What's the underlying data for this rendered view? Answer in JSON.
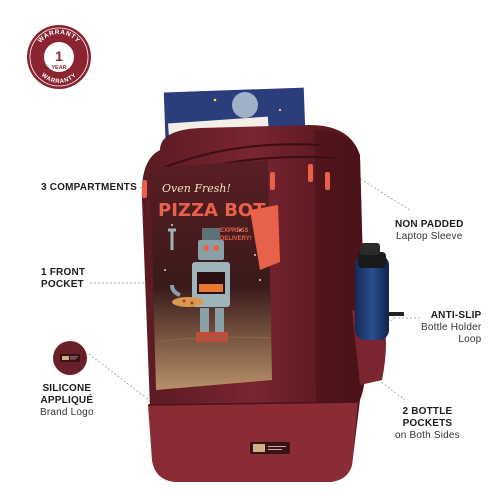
{
  "badge": {
    "top_text": "WARRANTY",
    "number": "1",
    "unit": "YEAR",
    "bottom_text": "WARRANTY",
    "color": "#8a2430"
  },
  "callouts": {
    "compartments": {
      "title": "3 COMPARTMENTS"
    },
    "front_pocket": {
      "title_line1": "1 FRONT",
      "title_line2": "POCKET"
    },
    "silicone": {
      "title_line1": "SILICONE",
      "title_line2": "APPLIQUÉ",
      "sub": "Brand Logo"
    },
    "non_padded": {
      "title": "NON PADDED",
      "sub": "Laptop Sleeve"
    },
    "anti_slip": {
      "title": "ANTI-SLIP",
      "sub_line1": "Bottle Holder",
      "sub_line2": "Loop"
    },
    "bottle_pockets": {
      "title_line1": "2 BOTTLE",
      "title_line2": "POCKETS",
      "sub": "on Both Sides"
    }
  },
  "print": {
    "line1": "Oven Fresh!",
    "line2": "PIZZA BOT",
    "line3": "EXPRESS",
    "line4": "DELIVERY!"
  },
  "colors": {
    "bag": "#6b1f28",
    "bag_dark": "#4a1218",
    "bag_light": "#8a2c35",
    "zipper": "#e8624a",
    "bottle": "#1e3a6e",
    "panel_bg": "#3a1a1a",
    "panel_top": "#5a1e24"
  }
}
